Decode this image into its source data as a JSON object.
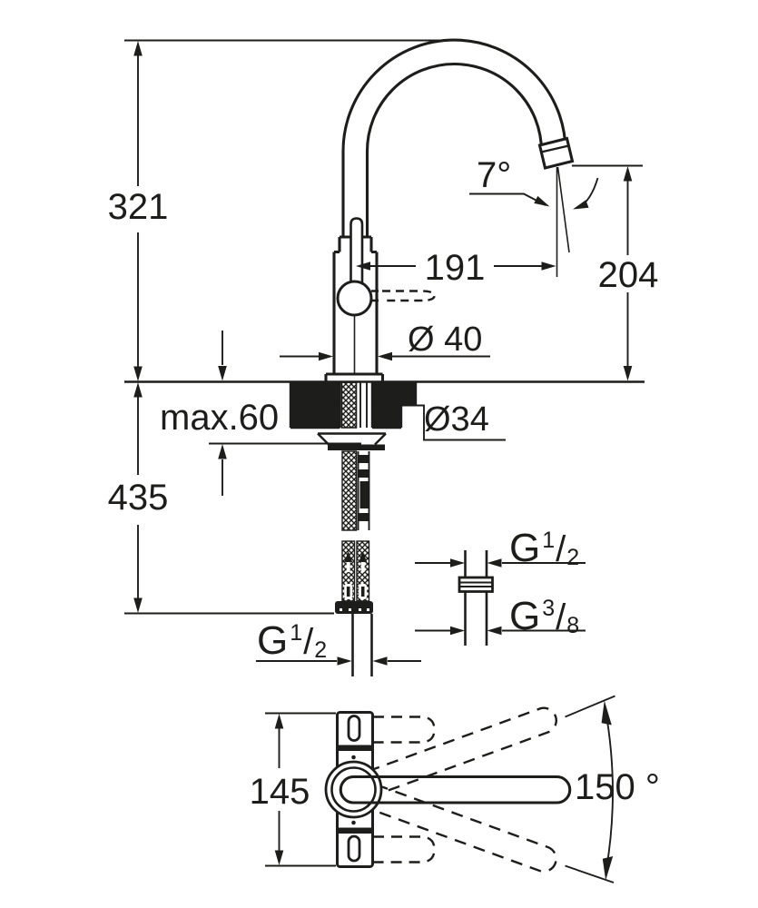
{
  "page": {
    "background": "#ffffff",
    "ink": "#1d1d1b",
    "kind": "faucet installation dimension drawing"
  },
  "side_view": {
    "dim_spout_height": "321",
    "dim_below_deck": "435",
    "dim_projection": "191",
    "dim_outlet_height": "204",
    "outlet_angle": "7°",
    "dim_body_diameter": "Ø 40",
    "dim_hole_diameter": "Ø34",
    "dim_deck_thickness": "max.60",
    "thread_supply": {
      "base": "G",
      "num": "1",
      "sep": "/",
      "den": "2"
    },
    "thread_iso_top": {
      "base": "G",
      "num": "1",
      "sep": "/",
      "den": "2"
    },
    "thread_iso_bottom": {
      "base": "G",
      "num": "3",
      "sep": "/",
      "den": "8"
    }
  },
  "top_view": {
    "dim_body_width": "145",
    "swivel_angle": "150 °"
  }
}
